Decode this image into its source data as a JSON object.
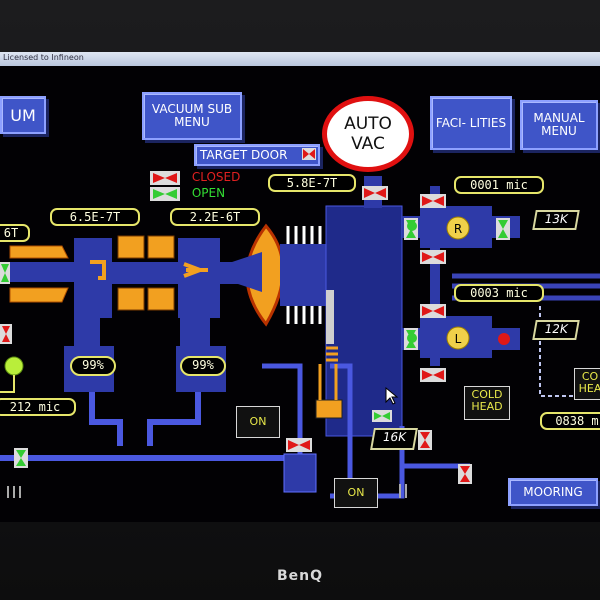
{
  "window": {
    "title": "Licensed to Infineon"
  },
  "buttons": {
    "vacuum_left": "UM",
    "vacuum_sub_menu": "VACUUM SUB MENU",
    "facilities": "FACI- LITIES",
    "manual_menu": "MANUAL MENU",
    "auto_vac": "AUTO VAC",
    "target_door": "TARGET DOOR",
    "mooring": "MOORING"
  },
  "legend": {
    "closed": "CLOSED",
    "open": "OPEN"
  },
  "gauges": {
    "left_edge": "6T",
    "g1": "6.5E-7T",
    "g2": "2.2E-6T",
    "chamber": "5.8E-7T",
    "upper_right": "0001 mic",
    "lower_right": "0003 mic",
    "left_lower": "212 mic",
    "right_lower": "0838 m"
  },
  "pumps": {
    "p1_percent": "99%",
    "p2_percent": "99%"
  },
  "cryo": {
    "upper_letter": "R",
    "lower_letter": "L",
    "upper_temp": "13K",
    "lower_temp": "12K",
    "chamber_temp": "16K",
    "cold_head": "COLD HEAD",
    "cold_head_right": "CO HEA"
  },
  "status": {
    "on_left": "ON",
    "on_bottom": "ON"
  },
  "colors": {
    "pipe": "#3a44b8",
    "chamber": "#1f2a8a",
    "valve_open": "#33cc33",
    "valve_closed": "#e01818",
    "hot_part": "#f2a020",
    "gauge_border": "#e6e66a"
  },
  "monitor": {
    "brand": "BenQ"
  }
}
